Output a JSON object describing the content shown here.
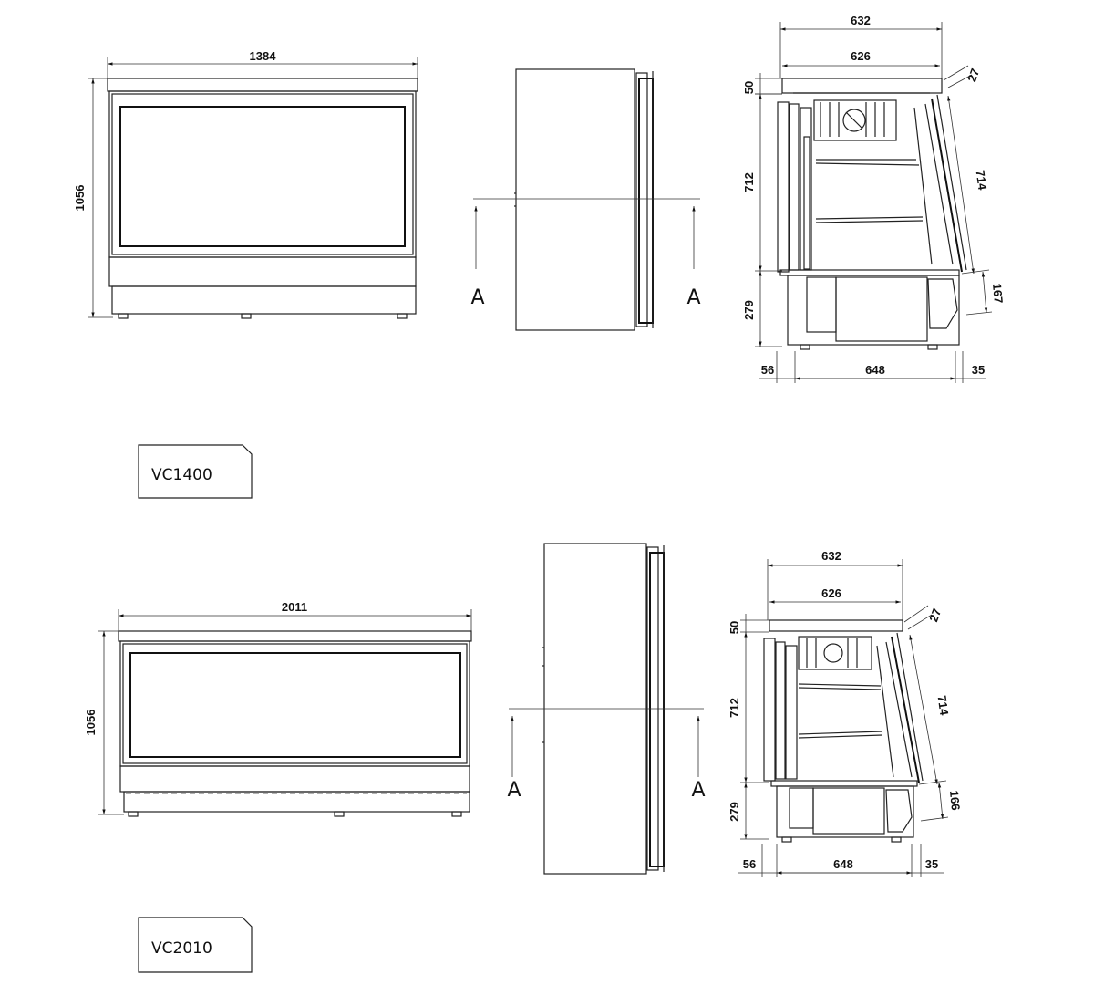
{
  "models": [
    {
      "name": "VC1400",
      "front_width": "1384",
      "height": "1056",
      "section_label": "A",
      "side": {
        "top_outer": "632",
        "top_inner": "626",
        "top_thickness": "50",
        "glass_angle": "27",
        "cabinet_height": "712",
        "glass_length": "714",
        "base_height": "279",
        "front_lower": "167",
        "base_left": "56",
        "base_width": "648",
        "base_right": "35"
      }
    },
    {
      "name": "VC2010",
      "front_width": "2011",
      "height": "1056",
      "section_label": "A",
      "side": {
        "top_outer": "632",
        "top_inner": "626",
        "top_thickness": "50",
        "glass_angle": "27",
        "cabinet_height": "712",
        "glass_length": "714",
        "base_height": "279",
        "front_lower": "166",
        "base_left": "56",
        "base_width": "648",
        "base_right": "35"
      }
    }
  ]
}
